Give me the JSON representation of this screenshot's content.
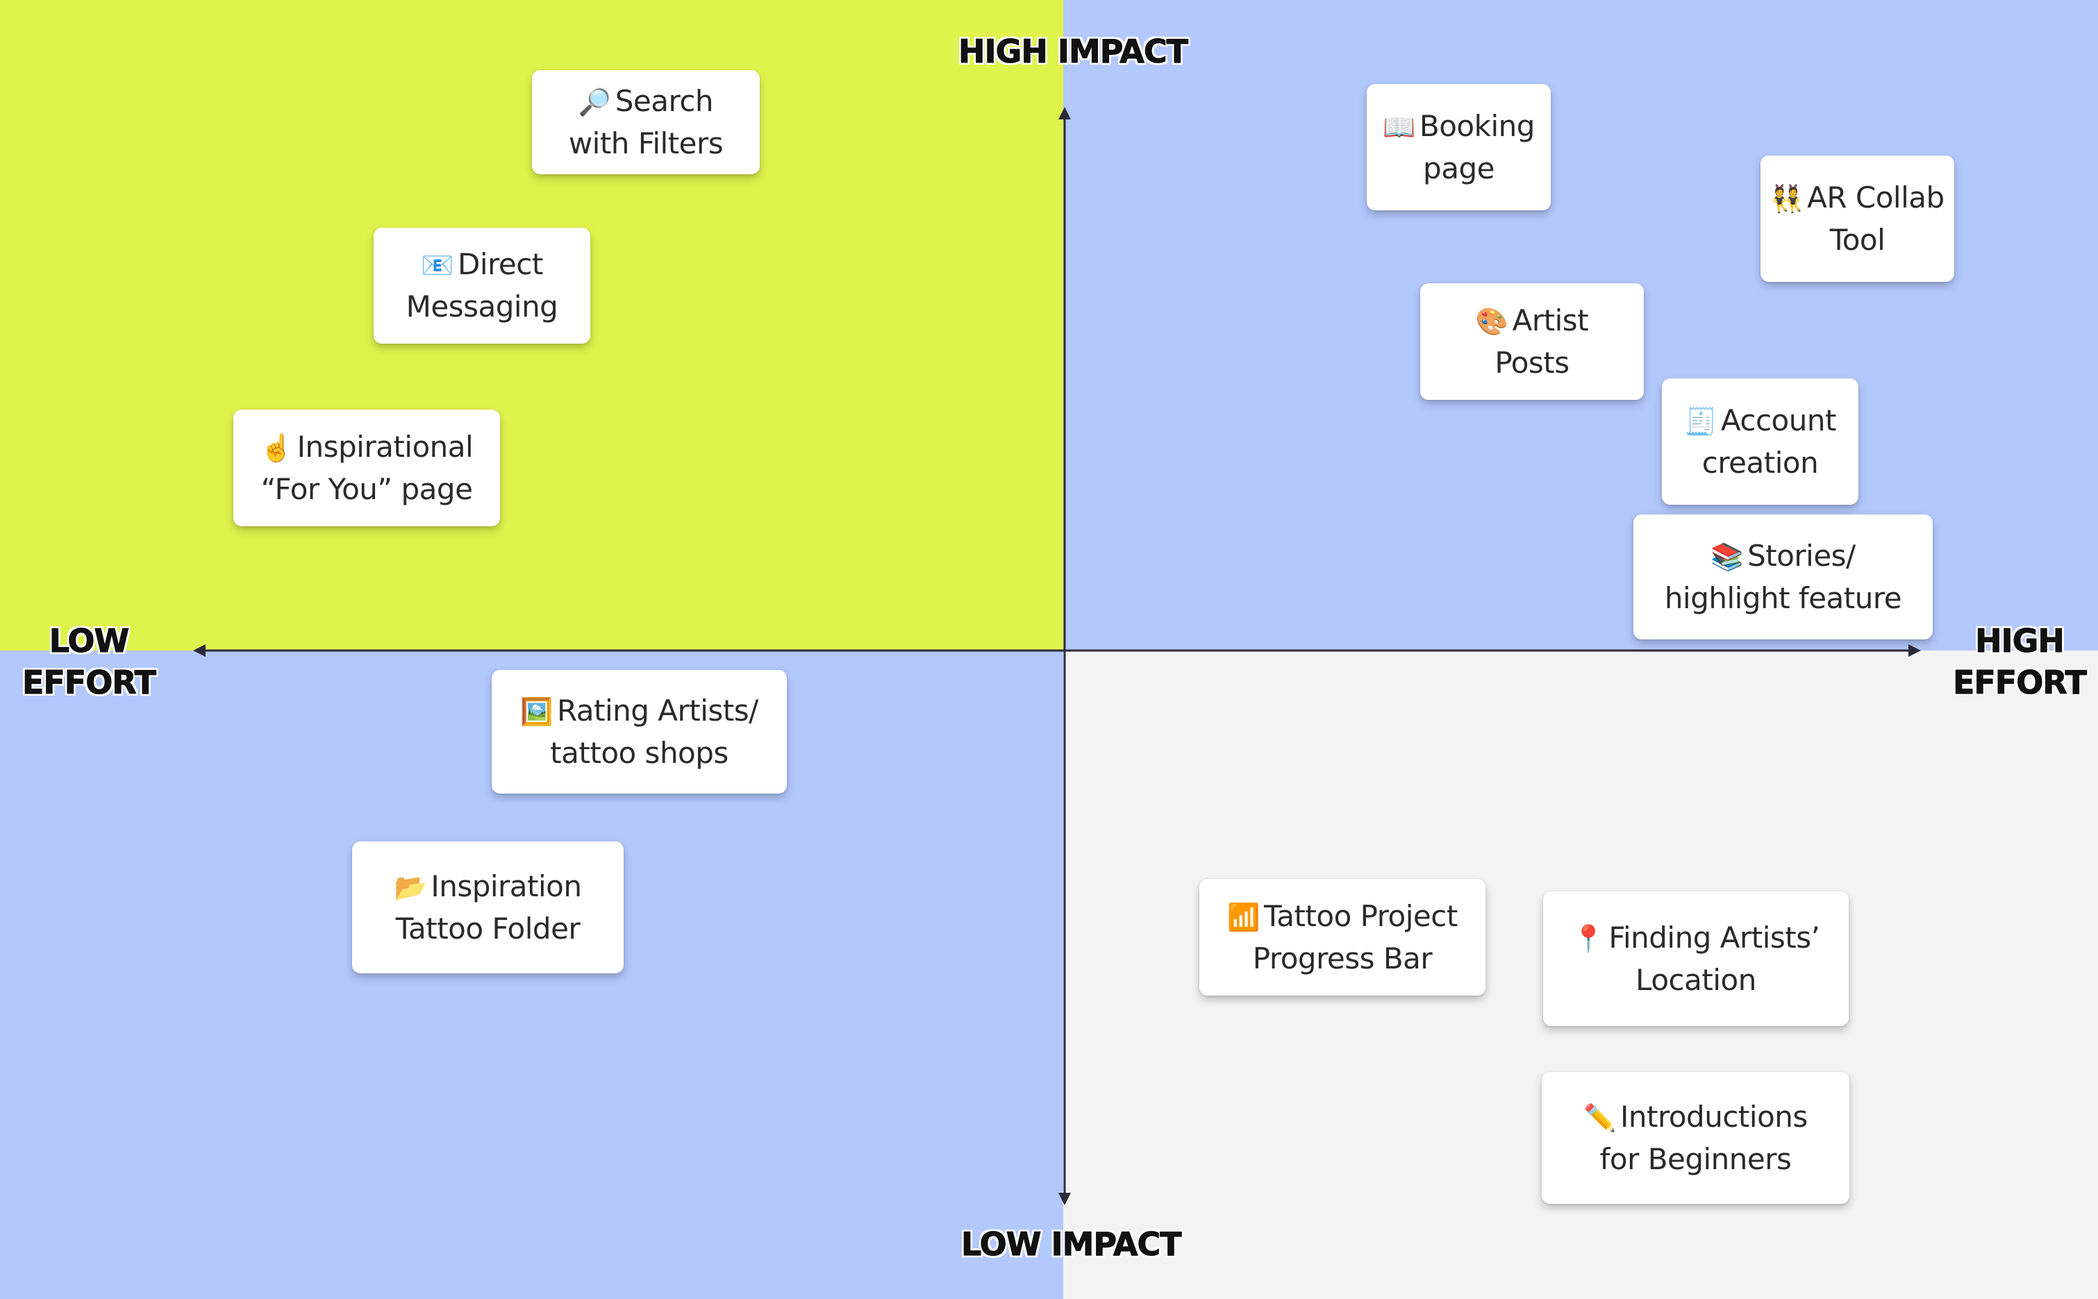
{
  "colors": {
    "quadrant_top_left": "#e0f34c",
    "quadrant_top_right": "#b3c8fd",
    "quadrant_bottom_left": "#b3c8fd",
    "quadrant_bottom_right": "#f3f3f3",
    "axis": "#2b2b3a"
  },
  "axes": {
    "top": "HIGH IMPACT",
    "bottom": "LOW IMPACT",
    "left": "LOW\nEFFORT",
    "right": "HIGH\nEFFORT"
  },
  "cards": {
    "search": {
      "icon": "🔎",
      "line1": "Search",
      "line2": "with Filters"
    },
    "direct_messaging": {
      "icon": "📧",
      "line1": "Direct",
      "line2": "Messaging"
    },
    "inspirational": {
      "icon": "☝️",
      "line1": "Inspirational",
      "line2": "“For You” page"
    },
    "booking": {
      "icon": "📖",
      "line1": "Booking",
      "line2": "page"
    },
    "ar_collab": {
      "icon": "👯",
      "line1": "AR Collab",
      "line2": "Tool"
    },
    "artist_posts": {
      "icon": "🎨",
      "line1": "Artist",
      "line2": "Posts"
    },
    "account_creation": {
      "icon": "🧾",
      "line1": "Account",
      "line2": "creation"
    },
    "stories": {
      "icon": "📚",
      "line1": "Stories/",
      "line2": "highlight feature"
    },
    "rating": {
      "icon": "🖼️",
      "line1": "Rating Artists/",
      "line2": "tattoo shops"
    },
    "inspiration_folder": {
      "icon": "📂",
      "line1": "Inspiration",
      "line2": "Tattoo Folder"
    },
    "progress_bar": {
      "icon": "📶",
      "line1": "Tattoo Project",
      "line2": "Progress Bar"
    },
    "finding_artists": {
      "icon": "📍",
      "line1": "Finding Artists’",
      "line2": "Location"
    },
    "introductions": {
      "icon": "✏️",
      "line1": "Introductions",
      "line2": "for Beginners"
    }
  }
}
